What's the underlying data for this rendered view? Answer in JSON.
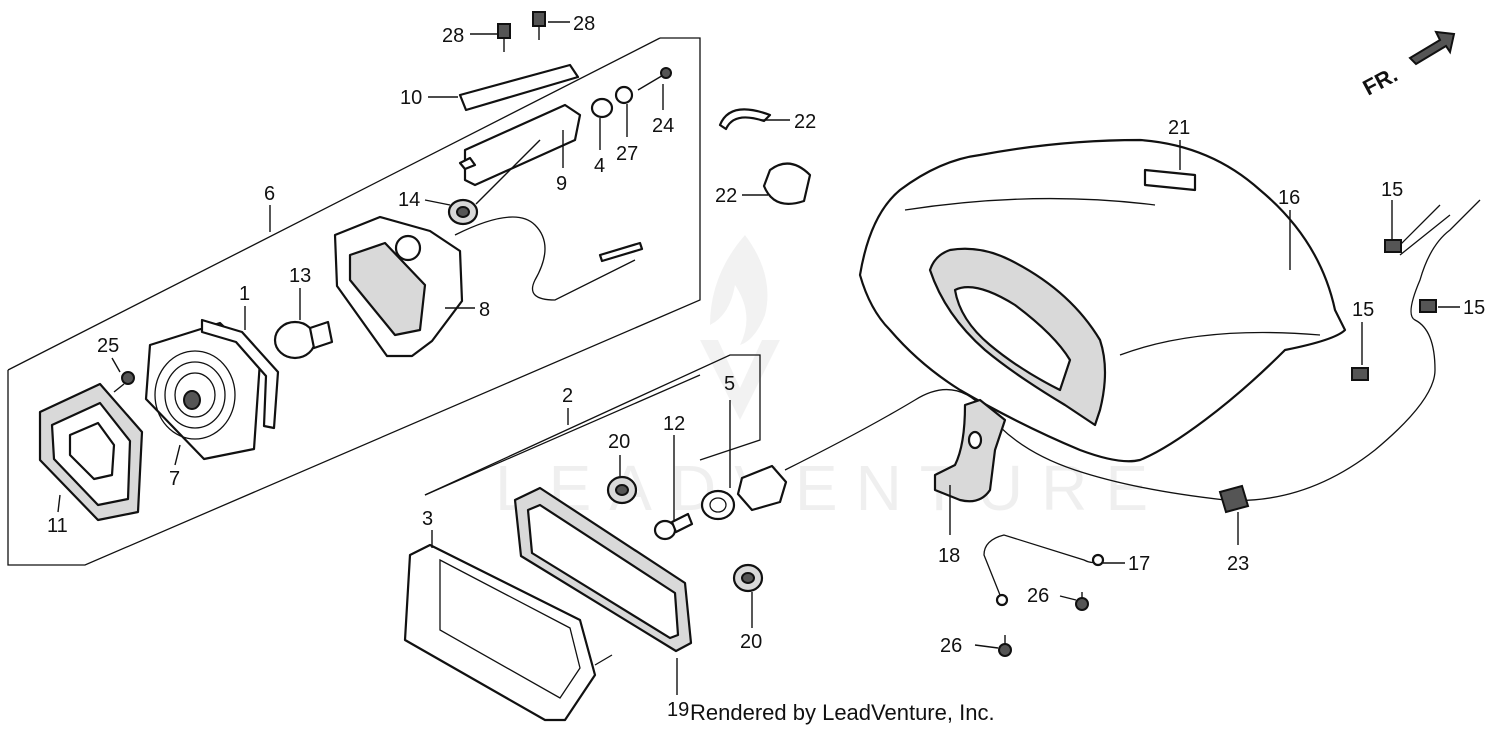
{
  "diagram": {
    "orientation_mark": "FR.",
    "watermark_text": "LEADVENTURE",
    "footer": "Rendered by LeadVenture, Inc.",
    "callouts": {
      "c1": "1",
      "c2": "2",
      "c3": "3",
      "c4": "4",
      "c5": "5",
      "c6": "6",
      "c7": "7",
      "c8": "8",
      "c9": "9",
      "c10": "10",
      "c11": "11",
      "c12": "12",
      "c13": "13",
      "c14": "14",
      "c15a": "15",
      "c15b": "15",
      "c15c": "15",
      "c16": "16",
      "c17": "17",
      "c18": "18",
      "c19": "19",
      "c20a": "20",
      "c20b": "20",
      "c21": "21",
      "c22a": "22",
      "c22b": "22",
      "c23": "23",
      "c24": "24",
      "c25": "25",
      "c26a": "26",
      "c26b": "26",
      "c27": "27",
      "c28a": "28",
      "c28b": "28"
    }
  }
}
